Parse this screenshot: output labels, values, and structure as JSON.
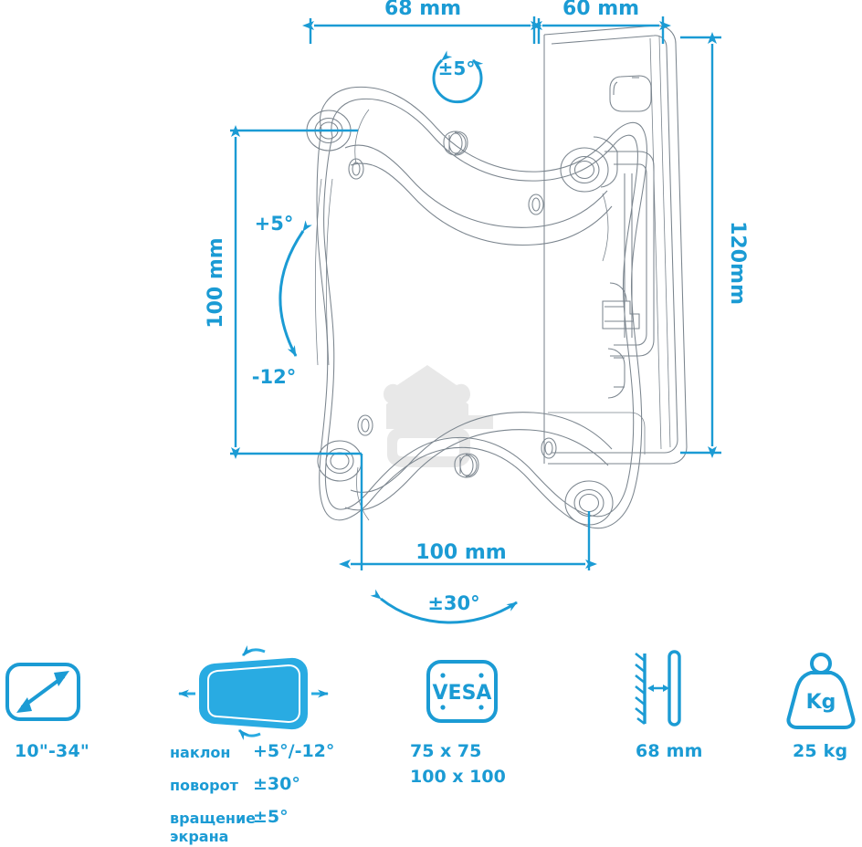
{
  "drawing": {
    "title": "tv-wall-mount-technical-drawing",
    "accent_color": "#1b9bd4",
    "line_color": "#5a6570",
    "watermark_color": "#e6e6e6",
    "dimensions": {
      "top_left": "68 mm",
      "top_right": "60 mm",
      "left_vertical": "100 mm",
      "right_vertical": "120mm",
      "bottom_horizontal": "100 mm"
    },
    "angles": {
      "rotation_top": "±5°",
      "tilt_up": "+5°",
      "tilt_down": "-12°",
      "swivel_bottom": "±30°"
    }
  },
  "features": [
    {
      "id": "screen-size",
      "icon": "screen-diagonal-icon",
      "label": "10\"-34\""
    },
    {
      "id": "movement",
      "icon": "tilt-swivel-screen-icon",
      "specs": [
        {
          "name": "наклон",
          "value": "+5°/-12°"
        },
        {
          "name": "поворот",
          "value": "±30°"
        },
        {
          "name": "вращение\nэкрана",
          "name_line1": "вращение",
          "name_line2": "экрана",
          "value": "±5°"
        }
      ]
    },
    {
      "id": "vesa",
      "icon": "vesa-plate-icon",
      "icon_text": "VESA",
      "lines": [
        "75 x 75",
        "100 x 100"
      ]
    },
    {
      "id": "wall-distance",
      "icon": "wall-distance-icon",
      "label": "68 mm"
    },
    {
      "id": "max-weight",
      "icon": "weight-icon",
      "icon_text": "Kg",
      "label": "25 kg"
    }
  ]
}
